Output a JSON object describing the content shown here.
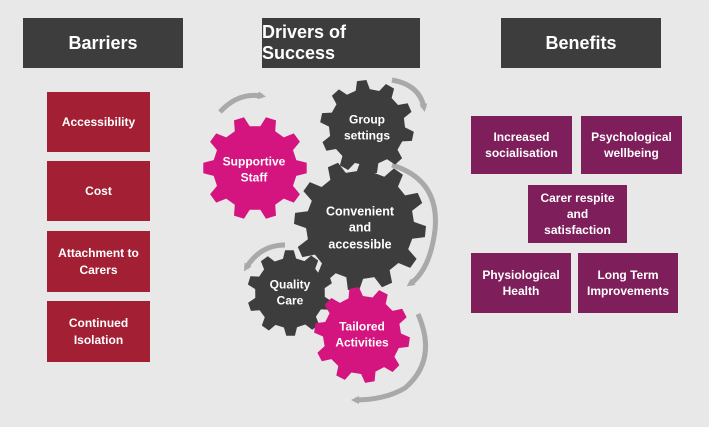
{
  "colors": {
    "background": "#e8e8e8",
    "header": "#3d3d3d",
    "barrier": "#a31f34",
    "benefit": "#7e1e5b",
    "gear_dark": "#3d3d3d",
    "gear_magenta": "#d4147f",
    "arrow": "#a9a9a9"
  },
  "headers": {
    "barriers": "Barriers",
    "drivers": "Drivers of Success",
    "benefits": "Benefits"
  },
  "barriers": [
    "Accessibility",
    "Cost",
    "Attachment to\nCarers",
    "Continued\nIsolation"
  ],
  "drivers": {
    "group": "Group\nsettings",
    "supportive": "Supportive\nStaff",
    "convenient": "Convenient\nand\naccessible",
    "quality": "Quality\nCare",
    "tailored": "Tailored\nActivities"
  },
  "benefits": {
    "increased": "Increased\nsocialisation",
    "psychological": "Psychological\nwellbeing",
    "respite": "Carer respite\nand satisfaction",
    "physiological": "Physiological\nHealth",
    "longterm": "Long Term\nImprovements"
  }
}
